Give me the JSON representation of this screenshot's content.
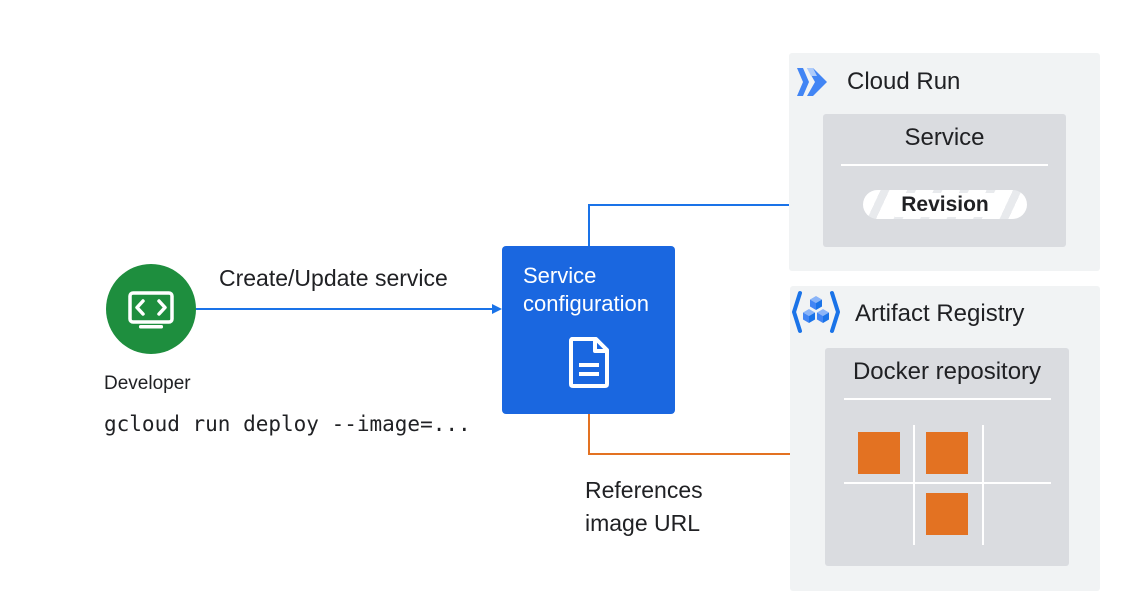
{
  "developer": {
    "label": "Developer",
    "command": "gcloud run deploy --image=..."
  },
  "edges": {
    "create_update_label": "Create/Update service",
    "references_label_line1": "References",
    "references_label_line2": "image URL"
  },
  "service_configuration": {
    "title_line1": "Service",
    "title_line2": "configuration"
  },
  "cloud_run": {
    "title": "Cloud Run",
    "service_label": "Service",
    "revision_label": "Revision"
  },
  "artifact_registry": {
    "title": "Artifact Registry",
    "repository_label": "Docker repository"
  },
  "colors": {
    "developer_green": "#1e8e3e",
    "config_blue": "#1a67e0",
    "arrow_blue": "#1a73e8",
    "arrow_orange": "#e37222",
    "image_orange": "#e37222",
    "panel_gray": "#f1f3f4",
    "inner_gray": "#dadce0"
  },
  "icons": {
    "developer": "code-monitor-icon",
    "config": "document-icon",
    "cloud_run": "cloud-run-icon",
    "artifact_registry": "artifact-registry-icon"
  }
}
